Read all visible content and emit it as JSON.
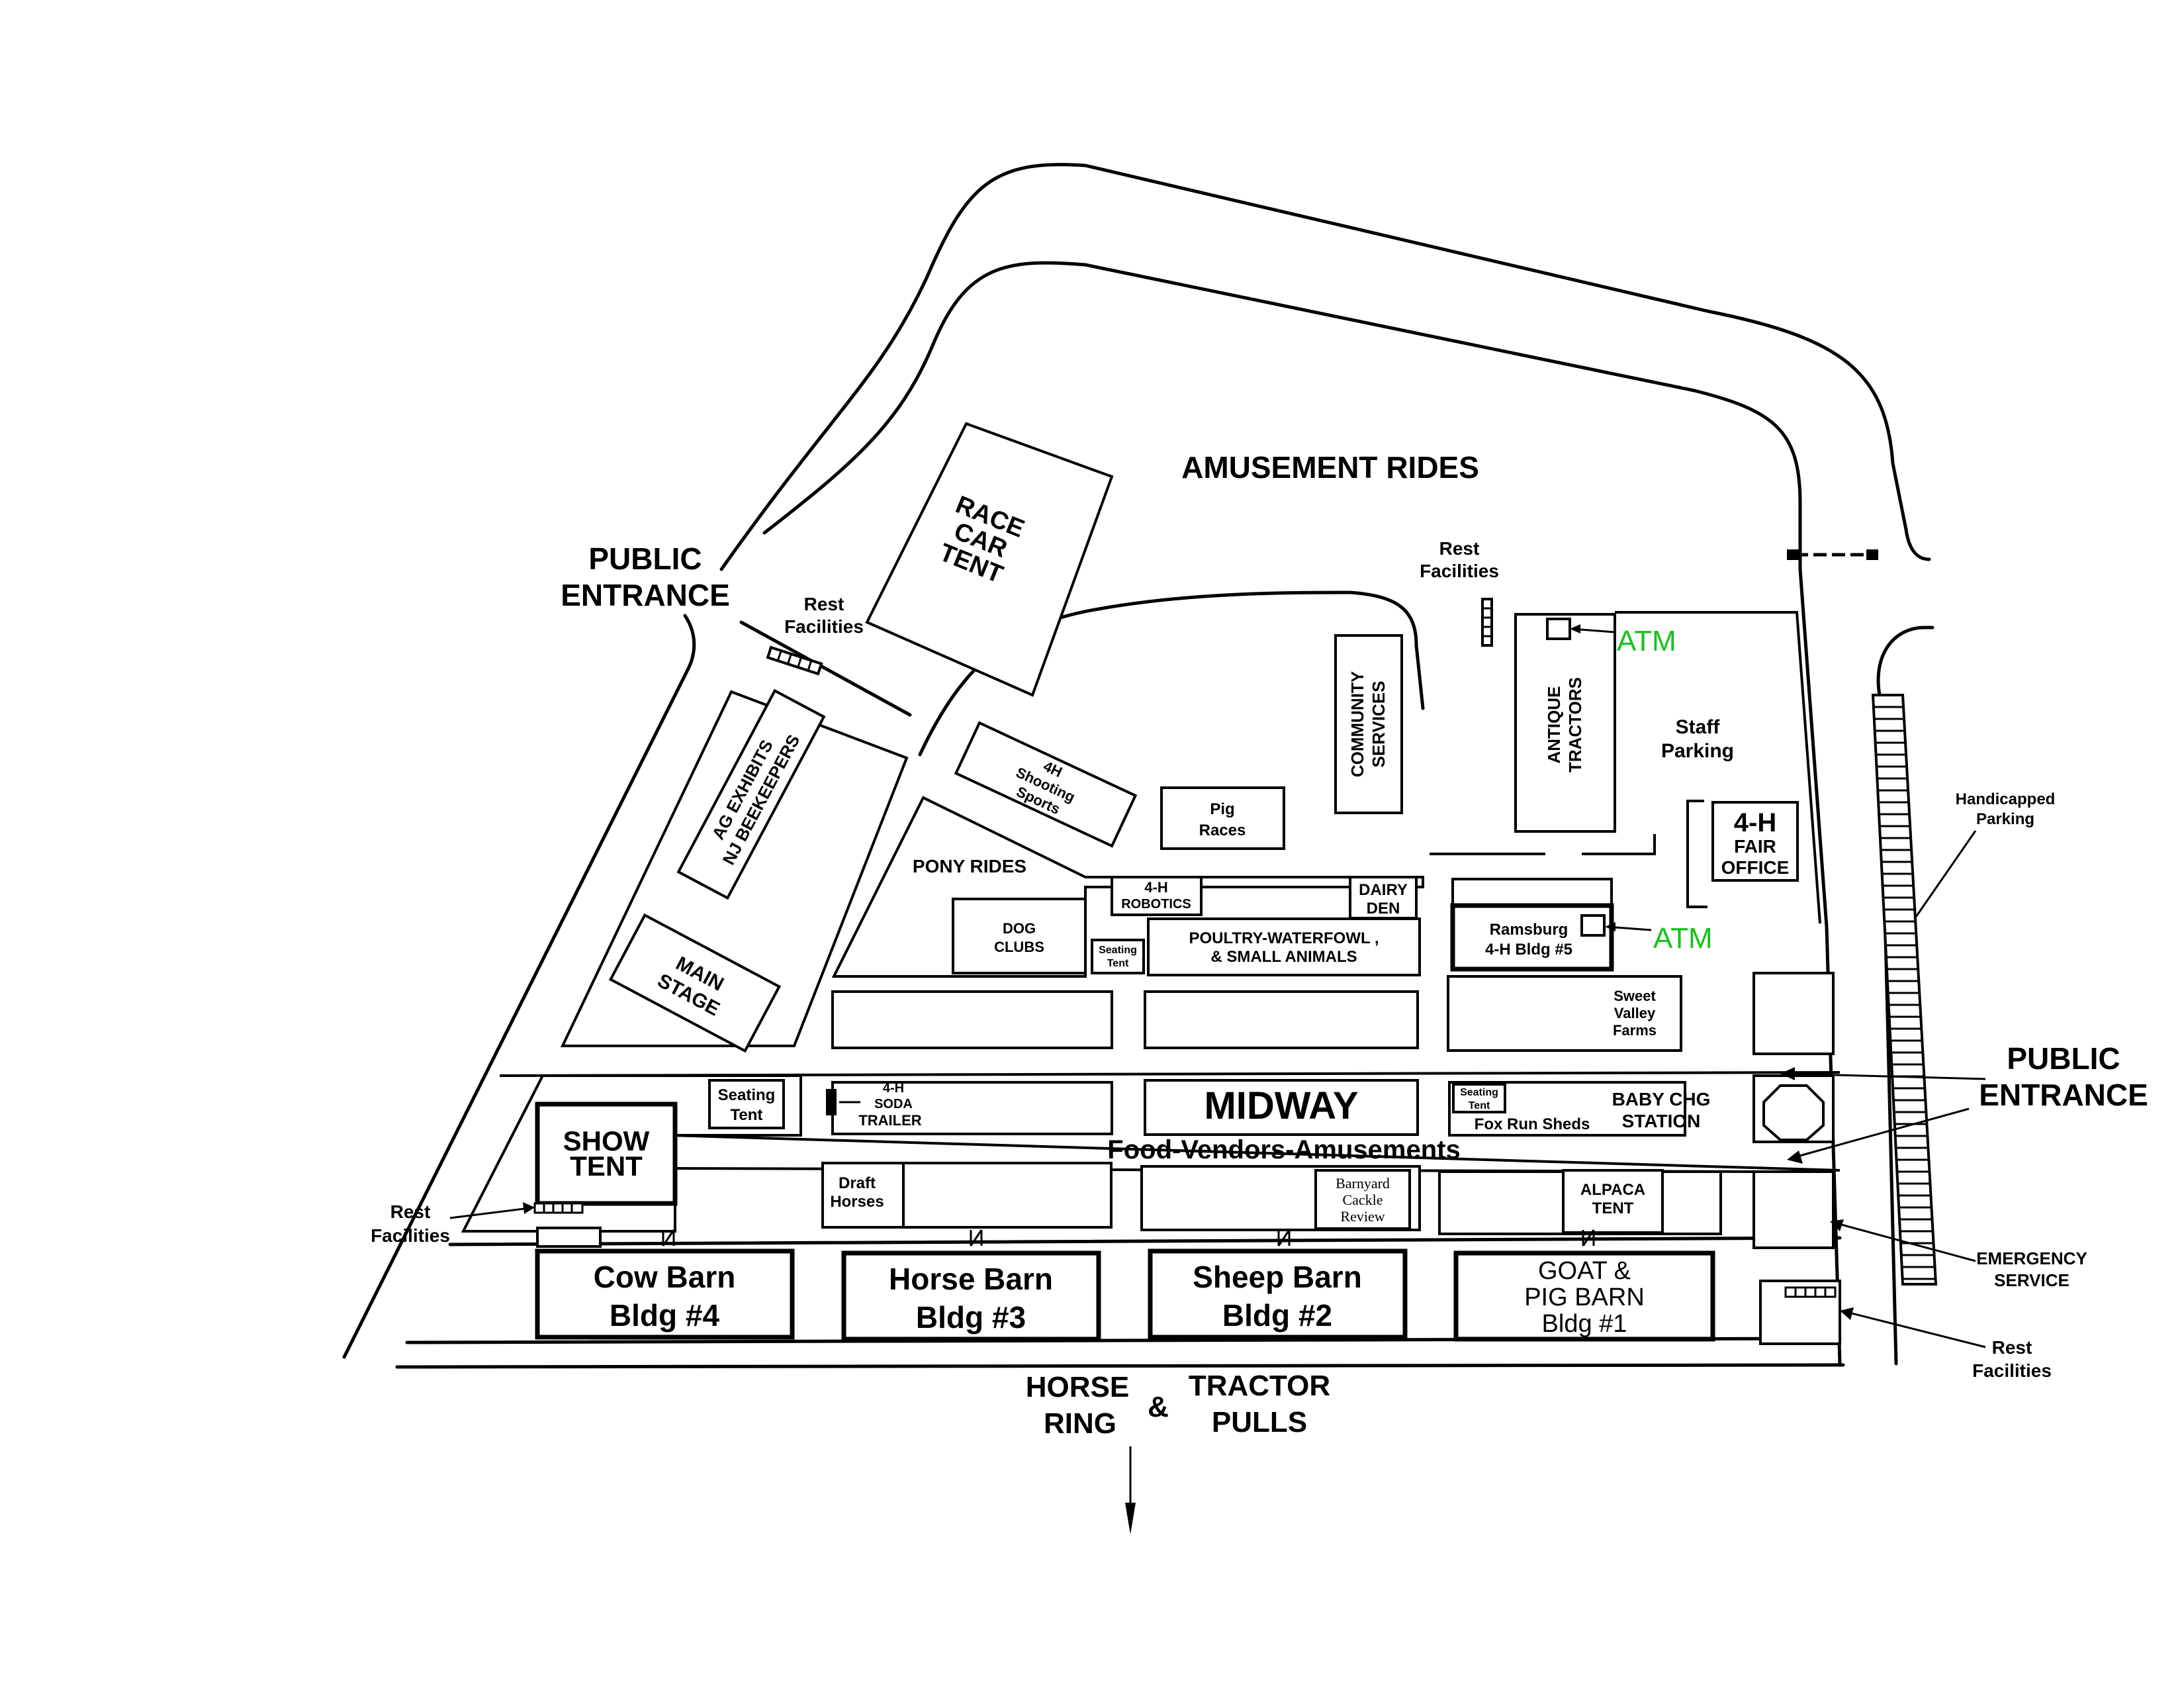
{
  "map": {
    "amusement_rides": "AMUSEMENT RIDES",
    "public_entrance_left": [
      "PUBLIC",
      "ENTRANCE"
    ],
    "public_entrance_right": [
      "PUBLIC",
      "ENTRANCE"
    ],
    "race_car_tent": [
      "RACE",
      "CAR",
      "TENT"
    ],
    "rest_facilities_top_left": [
      "Rest",
      "Facilities"
    ],
    "rest_facilities_top": [
      "Rest",
      "Facilities"
    ],
    "rest_facilities_left": [
      "Rest",
      "Facilities"
    ],
    "rest_facilities_right": [
      "Rest",
      "Facilities"
    ],
    "atm_top": "ATM",
    "atm_mid": "ATM",
    "antique_tractors": [
      "ANTIQUE",
      "TRACTORS"
    ],
    "staff_parking": [
      "Staff",
      "Parking"
    ],
    "community_services": [
      "COMMUNITY",
      "SERVICES"
    ],
    "fair_office": [
      "4-H",
      "FAIR",
      "OFFICE"
    ],
    "handicapped_parking": [
      "Handicapped",
      "Parking"
    ],
    "ag_exhibits": [
      "AG EXHIBITS",
      "NJ BEEKEEPERS"
    ],
    "shooting_sports": [
      "4H",
      "Shooting",
      "Sports"
    ],
    "pig_races": [
      "Pig",
      "Races"
    ],
    "pony_rides": "PONY RIDES",
    "robotics": [
      "4-H",
      "ROBOTICS"
    ],
    "dairy_den": [
      "DAIRY",
      "DEN"
    ],
    "dog_clubs": [
      "DOG",
      "CLUBS"
    ],
    "seating_tent_small": [
      "Seating",
      "Tent"
    ],
    "poultry": [
      "POULTRY-WATERFOWL ,",
      "& SMALL ANIMALS"
    ],
    "ramsburg": [
      "Ramsburg",
      "4-H Bldg #5"
    ],
    "main_stage": [
      "MAIN",
      "STAGE"
    ],
    "sweet_valley": [
      "Sweet",
      "Valley",
      "Farms"
    ],
    "seating_tent_left": [
      "Seating",
      "Tent"
    ],
    "soda_trailer": [
      "4-H",
      "SODA",
      "TRAILER"
    ],
    "midway": "MIDWAY",
    "seating_tent_right": [
      "Seating",
      "Tent"
    ],
    "fox_run": "Fox Run Sheds",
    "baby_chg": [
      "BABY CHG",
      "STATION"
    ],
    "show_tent": [
      "SHOW",
      "TENT"
    ],
    "food_vendors": "Food-Vendors-Amusements",
    "draft_horses": [
      "Draft",
      "Horses"
    ],
    "barnyard": [
      "Barnyard",
      "Cackle",
      "Review"
    ],
    "alpaca": [
      "ALPACA",
      "TENT"
    ],
    "emergency": [
      "EMERGENCY",
      "SERVICE"
    ],
    "cow_barn": [
      "Cow Barn",
      "Bldg #4"
    ],
    "horse_barn": [
      "Horse Barn",
      "Bldg #3"
    ],
    "sheep_barn": [
      "Sheep Barn",
      "Bldg #2"
    ],
    "goat_barn": [
      "GOAT &",
      "PIG BARN",
      "Bldg #1"
    ],
    "horse_ring": [
      "HORSE",
      "RING"
    ],
    "amp": "&",
    "tractor_pulls": [
      "TRACTOR",
      "PULLS"
    ],
    "accent_color": "#17c11d"
  }
}
